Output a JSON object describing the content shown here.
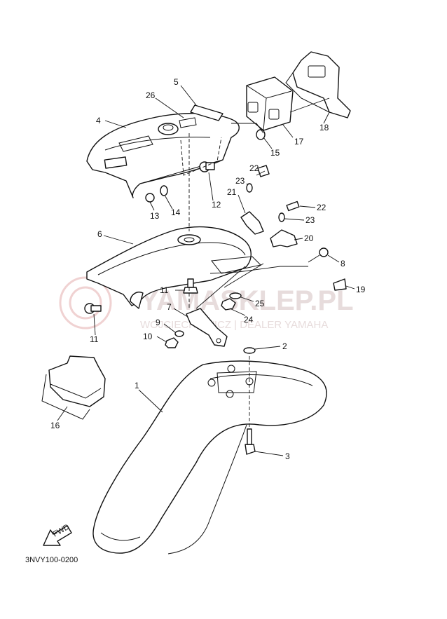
{
  "diagram": {
    "drawing_code": "3NVY100-0200",
    "fwd_marker": "FWD",
    "watermark": {
      "brand": "YAMASKLEP.PL",
      "subline": "WOJCIECHOWICZ | DEALER YAMAHA"
    },
    "part_labels": {
      "p1": "1",
      "p2": "2",
      "p3": "3",
      "p4": "4",
      "p5": "5",
      "p6": "6",
      "p7": "7",
      "p8": "8",
      "p9": "9",
      "p10": "10",
      "p11a": "11",
      "p11b": "11",
      "p12": "12",
      "p13": "13",
      "p14": "14",
      "p15": "15",
      "p16": "16",
      "p17": "17",
      "p18": "18",
      "p19": "19",
      "p20": "20",
      "p21": "21",
      "p22a": "22",
      "p22b": "22",
      "p23a": "23",
      "p23b": "23",
      "p24": "24",
      "p25": "25",
      "p26": "26"
    }
  }
}
